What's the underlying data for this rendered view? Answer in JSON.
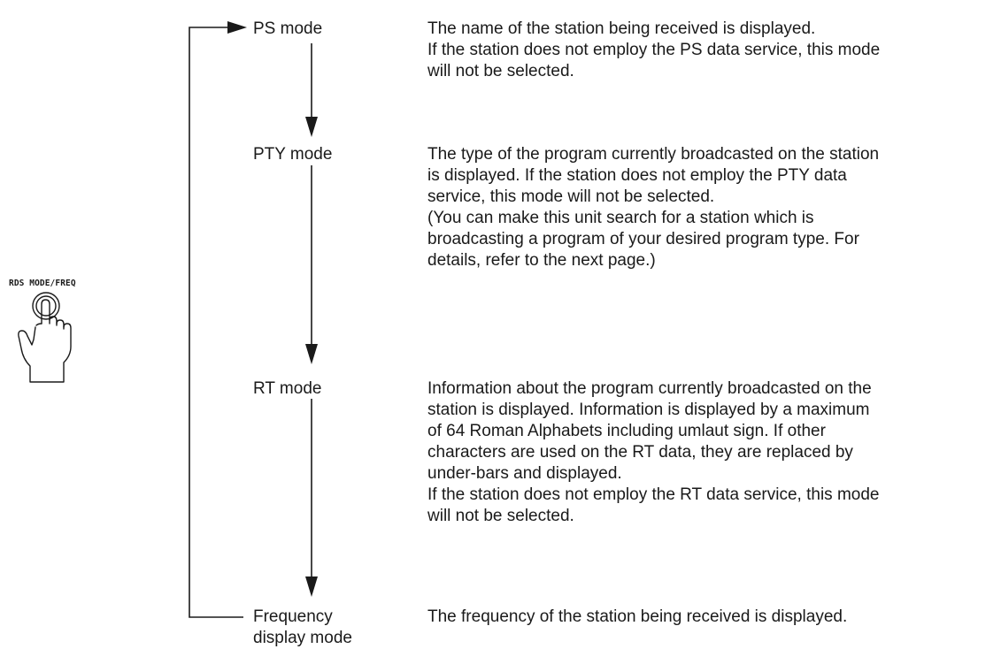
{
  "button": {
    "label": "RDS MODE/FREQ",
    "icon": "hand-press-button-icon"
  },
  "modes": [
    {
      "name_lines": [
        "PS mode"
      ],
      "description_lines": [
        "The name of the station being received is displayed.",
        "If the station does not employ the PS data service, this mode",
        "will not be selected."
      ]
    },
    {
      "name_lines": [
        "PTY mode"
      ],
      "description_lines": [
        "The type of the program currently broadcasted on the station",
        "is displayed. If the station does not employ the PTY data",
        "service, this mode will not be selected.",
        "(You can make this unit search for a station which is",
        "broadcasting a program of your desired program type. For",
        "details, refer to the next page.)"
      ]
    },
    {
      "name_lines": [
        "RT mode"
      ],
      "description_lines": [
        "Information about the program currently broadcasted on the",
        "station is displayed.  Information is displayed by a maximum",
        "of 64 Roman Alphabets including umlaut sign.  If other",
        "characters are used on the RT data, they are replaced by",
        "under-bars and displayed.",
        "If the station does not employ the RT data service, this mode",
        "will not be selected."
      ]
    },
    {
      "name_lines": [
        "Frequency",
        "display mode"
      ],
      "description_lines": [
        "The frequency of the station being received is displayed."
      ]
    }
  ]
}
